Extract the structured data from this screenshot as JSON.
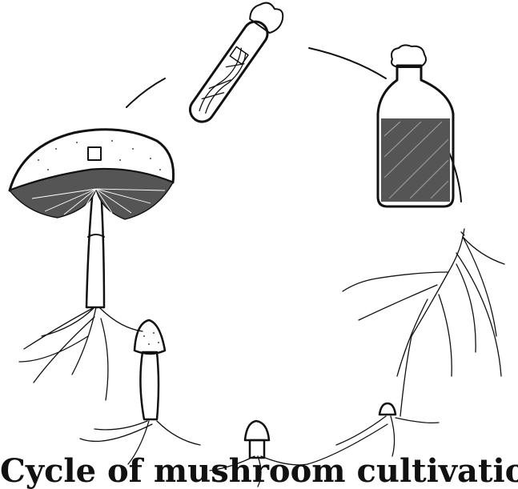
{
  "figure": {
    "caption": "Cycle of mushroom cultivation",
    "colors": {
      "ink": "#111111",
      "paper": "#ffffff"
    },
    "stages": [
      {
        "name": "mature-mushroom-with-tissue-sample"
      },
      {
        "name": "culture-test-tube"
      },
      {
        "name": "spawn-bottle"
      },
      {
        "name": "mycelium-network"
      },
      {
        "name": "pinhead-primordium"
      },
      {
        "name": "young-button-mushroom"
      },
      {
        "name": "elongating-mushroom"
      }
    ]
  }
}
